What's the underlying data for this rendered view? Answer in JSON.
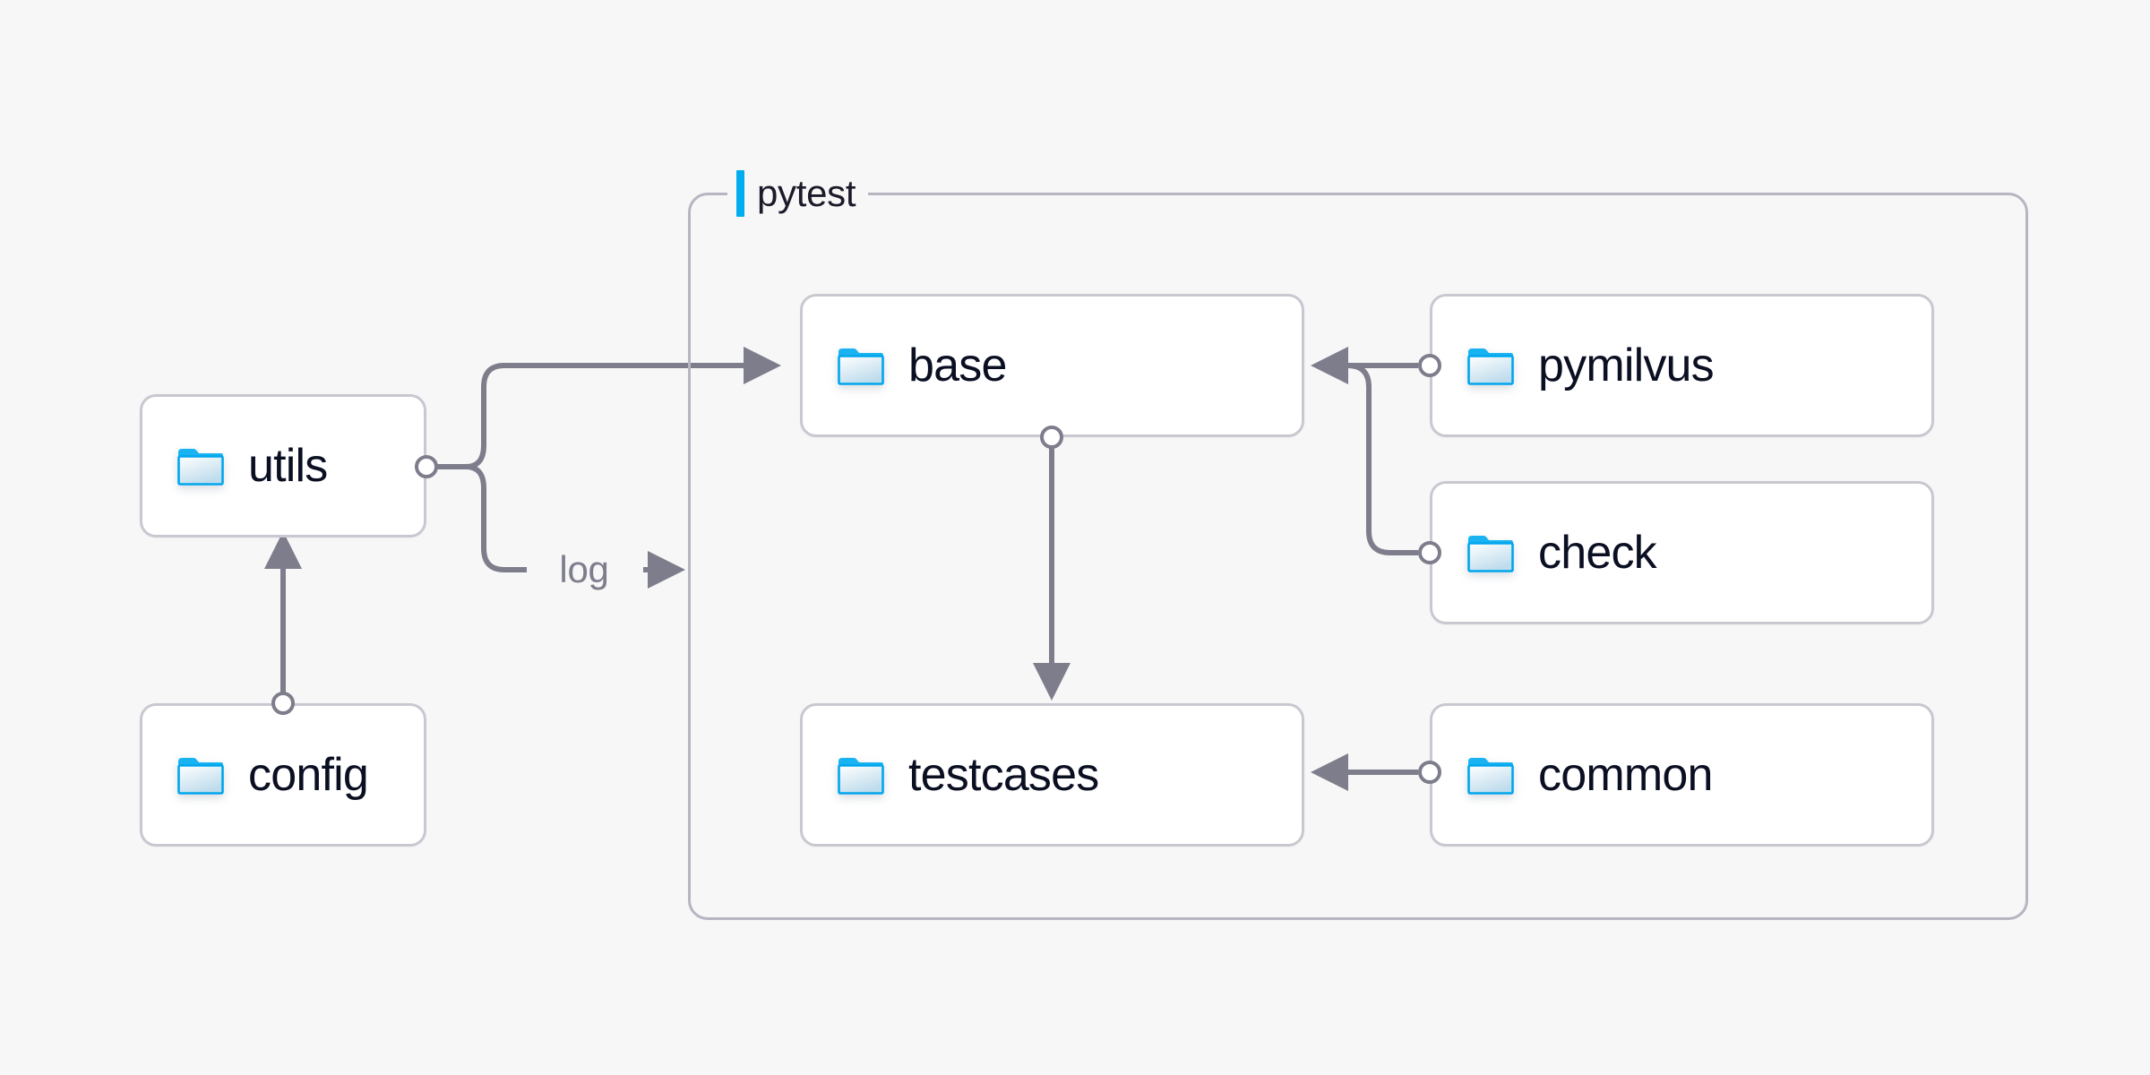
{
  "diagram": {
    "title_visible": false,
    "background_color": "#f7f7f7",
    "group": {
      "name": "pytest",
      "accent_color": "#00aeef",
      "border_color": "#b7b5c2"
    },
    "node_defaults": {
      "icon": "folder-icon",
      "icon_color": "#00aeef",
      "border_color": "#c9c8d1",
      "fill_color": "#ffffff",
      "text_color": "#0b0f22"
    },
    "edge_color": "#7d7d8c",
    "nodes": [
      {
        "id": "utils",
        "label": "utils",
        "icon": "folder-icon",
        "group": null
      },
      {
        "id": "config",
        "label": "config",
        "icon": "folder-icon",
        "group": null
      },
      {
        "id": "base",
        "label": "base",
        "icon": "folder-icon",
        "group": "pytest"
      },
      {
        "id": "testcases",
        "label": "testcases",
        "icon": "folder-icon",
        "group": "pytest"
      },
      {
        "id": "pymilvus",
        "label": "pymilvus",
        "icon": "folder-icon",
        "group": "pytest"
      },
      {
        "id": "check",
        "label": "check",
        "icon": "folder-icon",
        "group": "pytest"
      },
      {
        "id": "common",
        "label": "common",
        "icon": "folder-icon",
        "group": "pytest"
      }
    ],
    "edges": [
      {
        "from": "config",
        "to": "utils",
        "label": "",
        "arrow": "to"
      },
      {
        "from": "utils",
        "to": "base",
        "label": "",
        "arrow": "to"
      },
      {
        "from": "utils",
        "to": "pytest",
        "label": "log",
        "arrow": "to"
      },
      {
        "from": "base",
        "to": "testcases",
        "label": "",
        "arrow": "to"
      },
      {
        "from": "pymilvus",
        "to": "base",
        "label": "",
        "arrow": "to"
      },
      {
        "from": "check",
        "to": "base",
        "label": "",
        "arrow": "to"
      },
      {
        "from": "common",
        "to": "testcases",
        "label": "",
        "arrow": "to"
      }
    ],
    "edge_labels": {
      "log": "log",
      "log_arrow_glyph": "→"
    }
  }
}
